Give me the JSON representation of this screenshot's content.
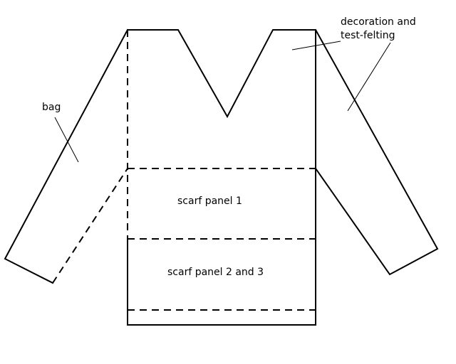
{
  "labels": {
    "decoration_line1": "decoration and",
    "decoration_line2": "test-felting",
    "bag": "bag",
    "scarf_panel_1": "scarf panel 1",
    "scarf_panel_2_3": "scarf panel 2 and 3"
  }
}
